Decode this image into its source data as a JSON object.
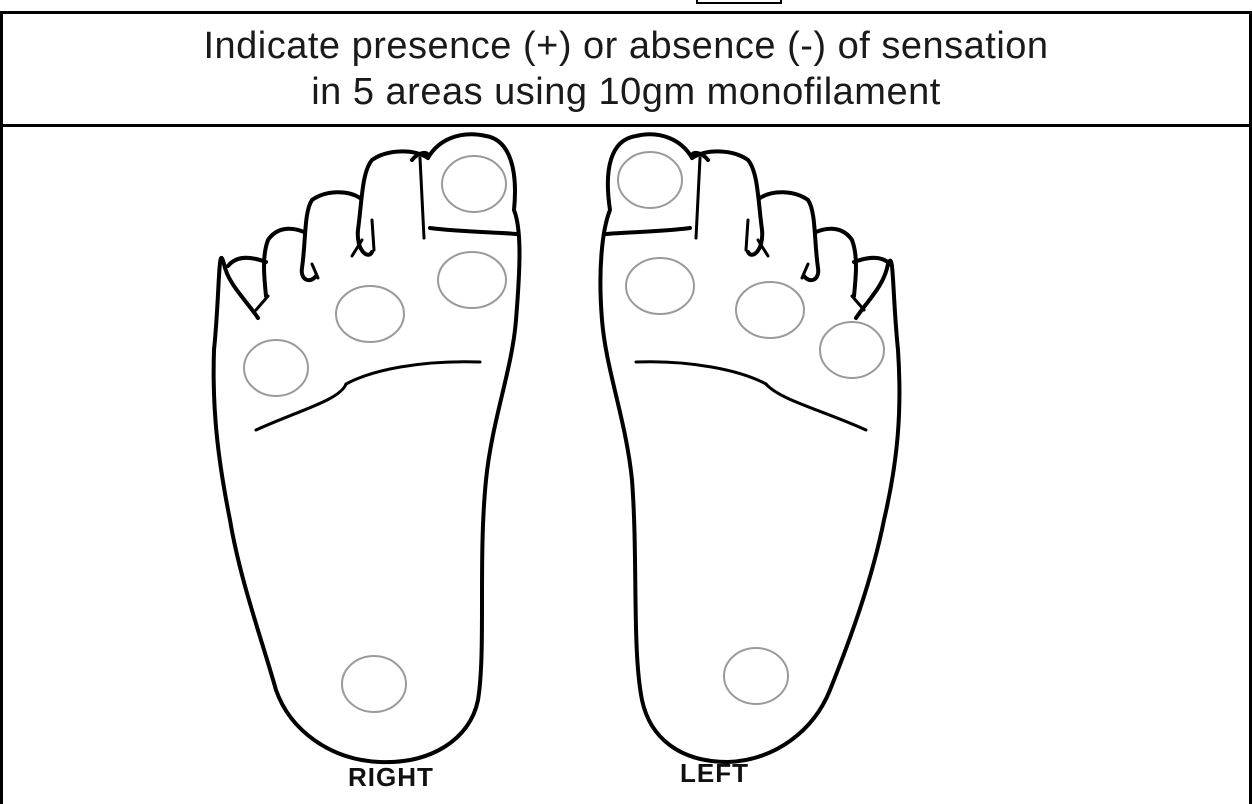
{
  "instructions": {
    "line1": "Indicate presence (+) or absence (-) of sensation",
    "line2": "in 5 areas using 10gm monofilament"
  },
  "labels": {
    "right": "RIGHT",
    "left": "LEFT"
  },
  "test_sites": {
    "right_foot": [
      "great-toe",
      "first-metatarsal",
      "third-metatarsal",
      "fifth-metatarsal",
      "heel"
    ],
    "left_foot": [
      "great-toe",
      "first-metatarsal",
      "third-metatarsal",
      "fifth-metatarsal",
      "heel"
    ]
  },
  "colors": {
    "outline": "#000000",
    "site_circle": "#9a9a9a"
  }
}
